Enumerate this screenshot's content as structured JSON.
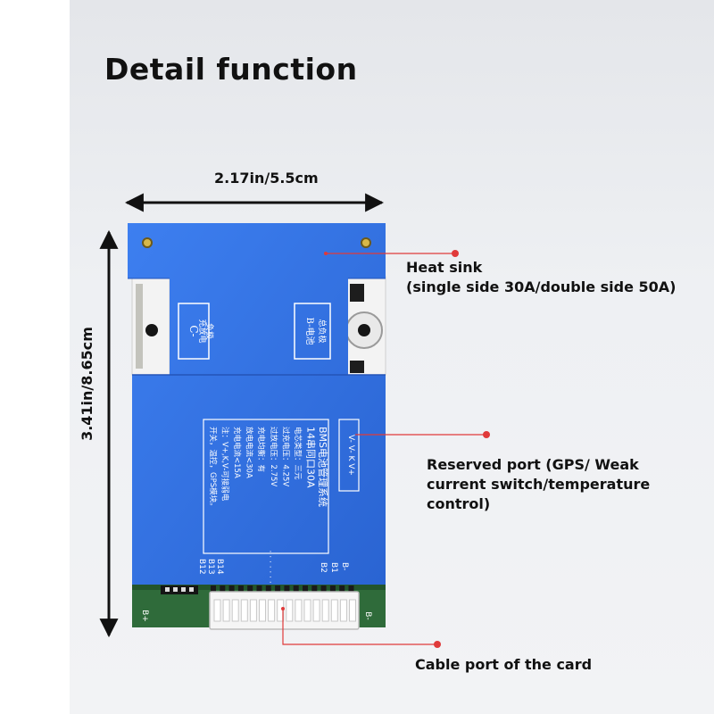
{
  "title": "Detail function",
  "dimensions": {
    "width_label": "2.17in/5.5cm",
    "height_label": "3.41in/8.65cm"
  },
  "callouts": {
    "heat_sink": {
      "line1": "Heat sink",
      "line2": "(single side 30A/double side 50A)"
    },
    "reserved_port": {
      "line1": "Reserved port (GPS/ Weak",
      "line2": "current switch/temperature",
      "line3": "control)"
    },
    "cable_port": {
      "line1": "Cable port of the card"
    }
  },
  "board": {
    "c_minus_label": "C-",
    "c_minus_sub1": "充放电",
    "c_minus_sub2": "负极",
    "b_minus_label": "B-电池",
    "b_minus_sub": "总负极",
    "reserved_port_label": "V- V- K V+",
    "spec_lines": [
      "BMS电池管理系统",
      "14串同口30A",
      "电芯类型：三元",
      "过充电压：4.25V",
      "过放电压：2.75V",
      "充电均衡：有",
      "放电电流<30A",
      "充电电流<15A",
      "注：V+,K,V-可接弱电",
      "开关，温控，GPS模块。"
    ],
    "balance_left": [
      "B14",
      "B13",
      "B12"
    ],
    "balance_right": [
      "B2",
      "B1",
      "B-"
    ],
    "balance_dots": "· · · · · · · ·",
    "pcb_b_plus": "B+",
    "pcb_b_minus": "B-"
  },
  "colors": {
    "board_blue": "#2f6fde",
    "pcb_green": "#2f6b3a",
    "callout_red": "#e03a3a",
    "dim_black": "#111111"
  }
}
